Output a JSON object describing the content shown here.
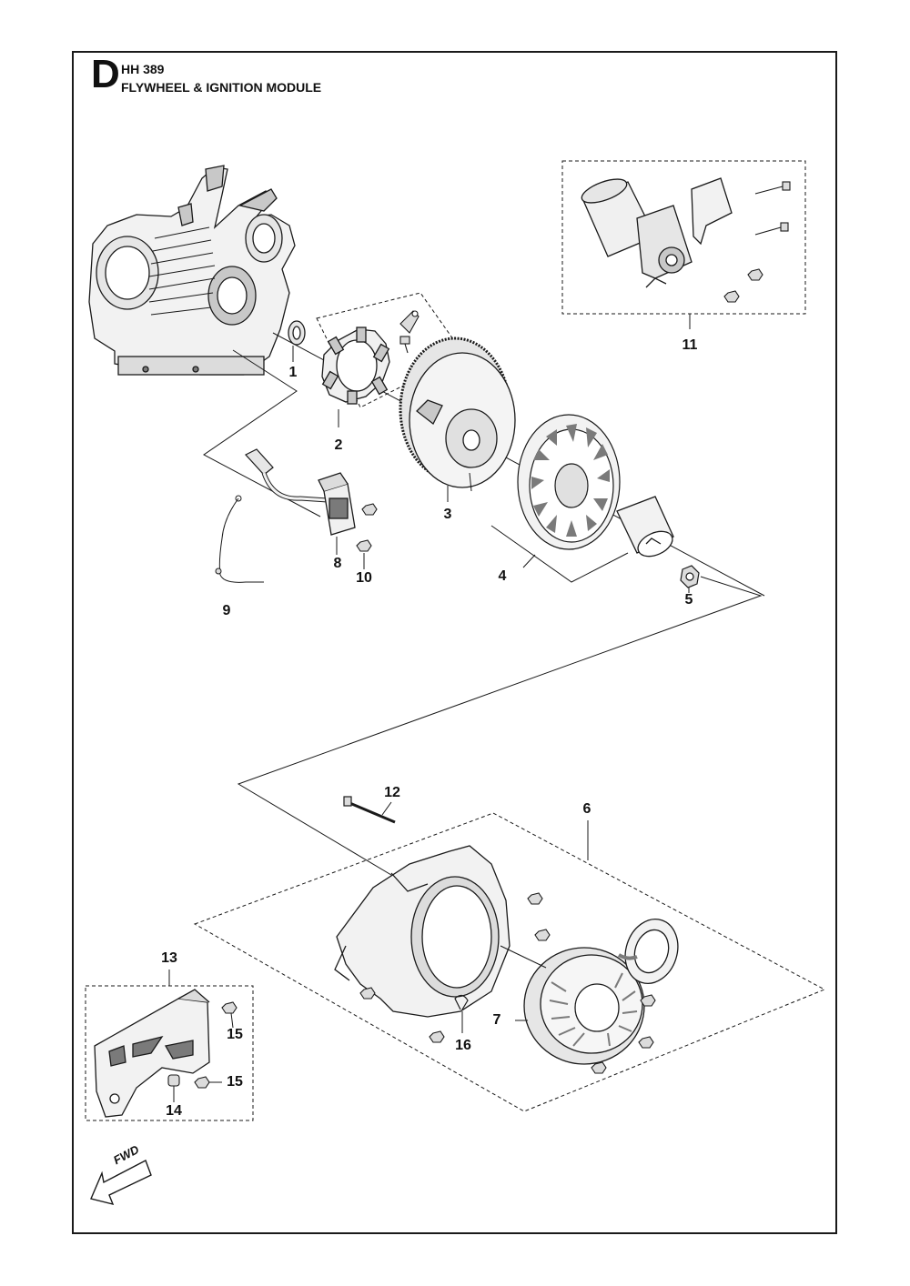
{
  "header": {
    "section_letter": "D",
    "model": "HH 389",
    "title": "FLYWHEEL & IGNITION MODULE"
  },
  "callouts": [
    "1",
    "2",
    "3",
    "4",
    "5",
    "6",
    "7",
    "8",
    "9",
    "10",
    "11",
    "12",
    "13",
    "14",
    "15",
    "15",
    "16"
  ],
  "direction_label": "FWD",
  "parts": [
    "engine-block-icon",
    "oil-seal-icon",
    "stator-icon",
    "flywheel-icon",
    "cooling-fan-icon",
    "fan-cup-icon",
    "flywheel-nut-icon",
    "fan-shroud-icon",
    "recoil-starter-icon",
    "ignition-coil-icon",
    "spark-plug-lead-icon",
    "ground-wire-icon",
    "bolt-icon",
    "starter-motor-icon",
    "stud-bolt-icon",
    "bracket-icon",
    "clip-icon",
    "fwd-arrow-icon"
  ],
  "colors": {
    "line": "#1a1a1a",
    "fill_light": "#f2f2f2",
    "fill_mid": "#c8c8c8",
    "fill_dark": "#7a7a7a"
  }
}
